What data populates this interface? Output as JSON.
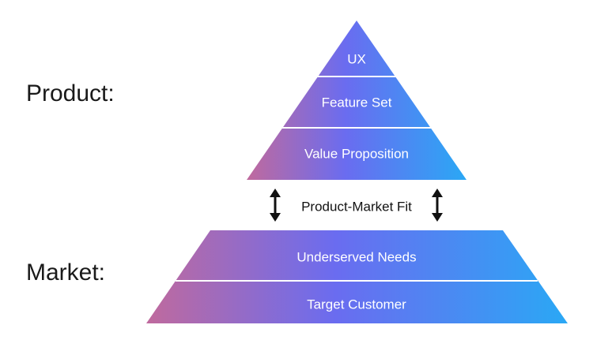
{
  "labels": {
    "product": "Product:",
    "market": "Market:"
  },
  "product_layers": [
    "UX",
    "Feature Set",
    "Value Proposition"
  ],
  "fit_label": "Product-Market Fit",
  "market_layers": [
    "Underserved Needs",
    "Target Customer"
  ],
  "colors": {
    "gradient_start": "#c06a9d",
    "gradient_mid": "#6a6cf0",
    "gradient_end": "#2aa8f5",
    "divider": "#ffffff",
    "text_on_shape": "#ffffff",
    "fit_text": "#111111",
    "arrow": "#111111"
  }
}
